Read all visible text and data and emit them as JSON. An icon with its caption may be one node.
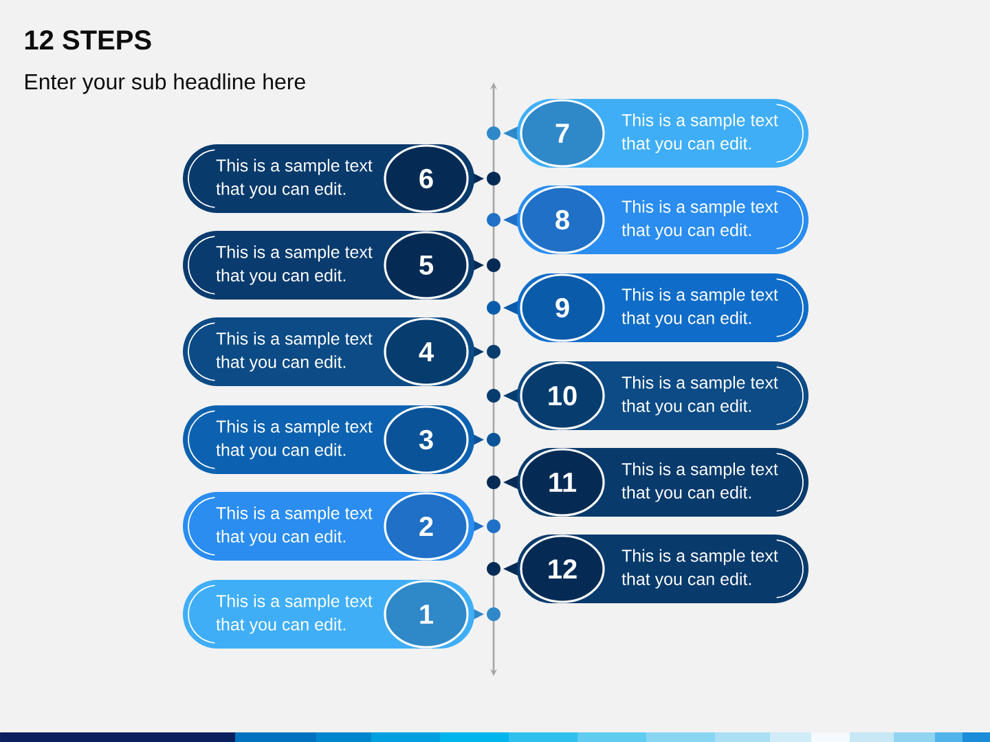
{
  "diagram": {
    "title": "12 STEPS",
    "nodes": [
      {
        "text": [
          "This is a sample text that you can edit."
        ]
      },
      {
        "text": [
          "1"
        ],
        "in": 0
      },
      {
        "text": [
          "This is a sample text that you can edit."
        ]
      },
      {
        "text": [
          "2"
        ],
        "in": 2
      },
      {
        "text": [
          "This is a sample text that you can edit."
        ]
      },
      {
        "text": [
          "3"
        ],
        "in": 4
      },
      {
        "text": [
          "This is a sample text that you can edit."
        ]
      },
      {
        "text": [
          "4"
        ],
        "in": 6
      },
      {
        "text": [
          "This is a sample text that you can edit."
        ]
      },
      {
        "text": [
          "5"
        ],
        "in": 8
      },
      {
        "text": [
          "This is a sample text that you can edit."
        ]
      },
      {
        "text": [
          "6"
        ],
        "in": 10
      },
      {
        "text": [
          "This is a sample text that you can edit."
        ]
      },
      {
        "text": [
          "7"
        ],
        "in": 12
      },
      {
        "text": [
          "This is a sample text that you can edit."
        ]
      },
      {
        "text": [
          "8"
        ],
        "in": 14
      },
      {
        "text": [
          "This is a sample text that you can edit."
        ]
      },
      {
        "text": [
          "9"
        ],
        "in": 16
      },
      {
        "text": [
          "This is a sample text that you can edit."
        ]
      },
      {
        "text": [
          "10"
        ],
        "in": 18
      },
      {
        "text": [
          "This is a sample text that you can edit."
        ]
      },
      {
        "text": [
          "11"
        ],
        "in": 20
      },
      {
        "text": [
          "This is a sample text that you can edit."
        ]
      },
      {
        "text": [
          "12"
        ],
        "in": 22
      }
    ],
    "labels": [
      "Enter your sub headline here"
    ]
  }
}
